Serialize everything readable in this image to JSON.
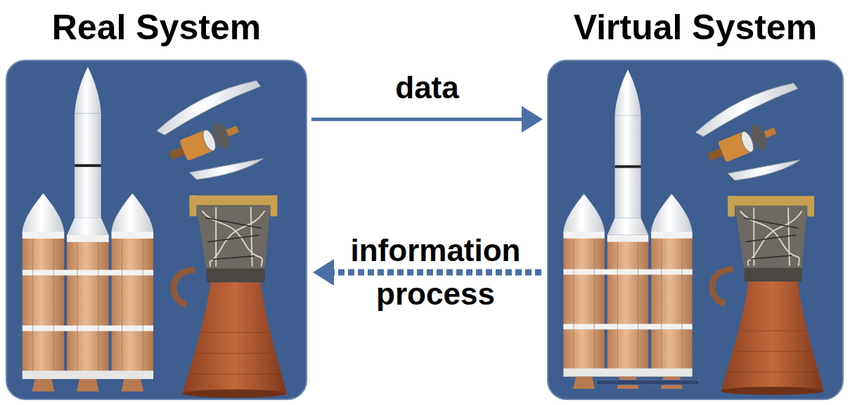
{
  "diagram": {
    "nodes": [
      {
        "text": [
          "Real System"
        ]
      },
      {
        "text": [
          "Virtual System"
        ]
      }
    ],
    "edges": [
      {
        "from": 0,
        "to": 1,
        "arrow": "to",
        "label": "data"
      },
      {
        "from": 1,
        "to": 0,
        "arrow": "to",
        "label": "information process"
      }
    ]
  }
}
